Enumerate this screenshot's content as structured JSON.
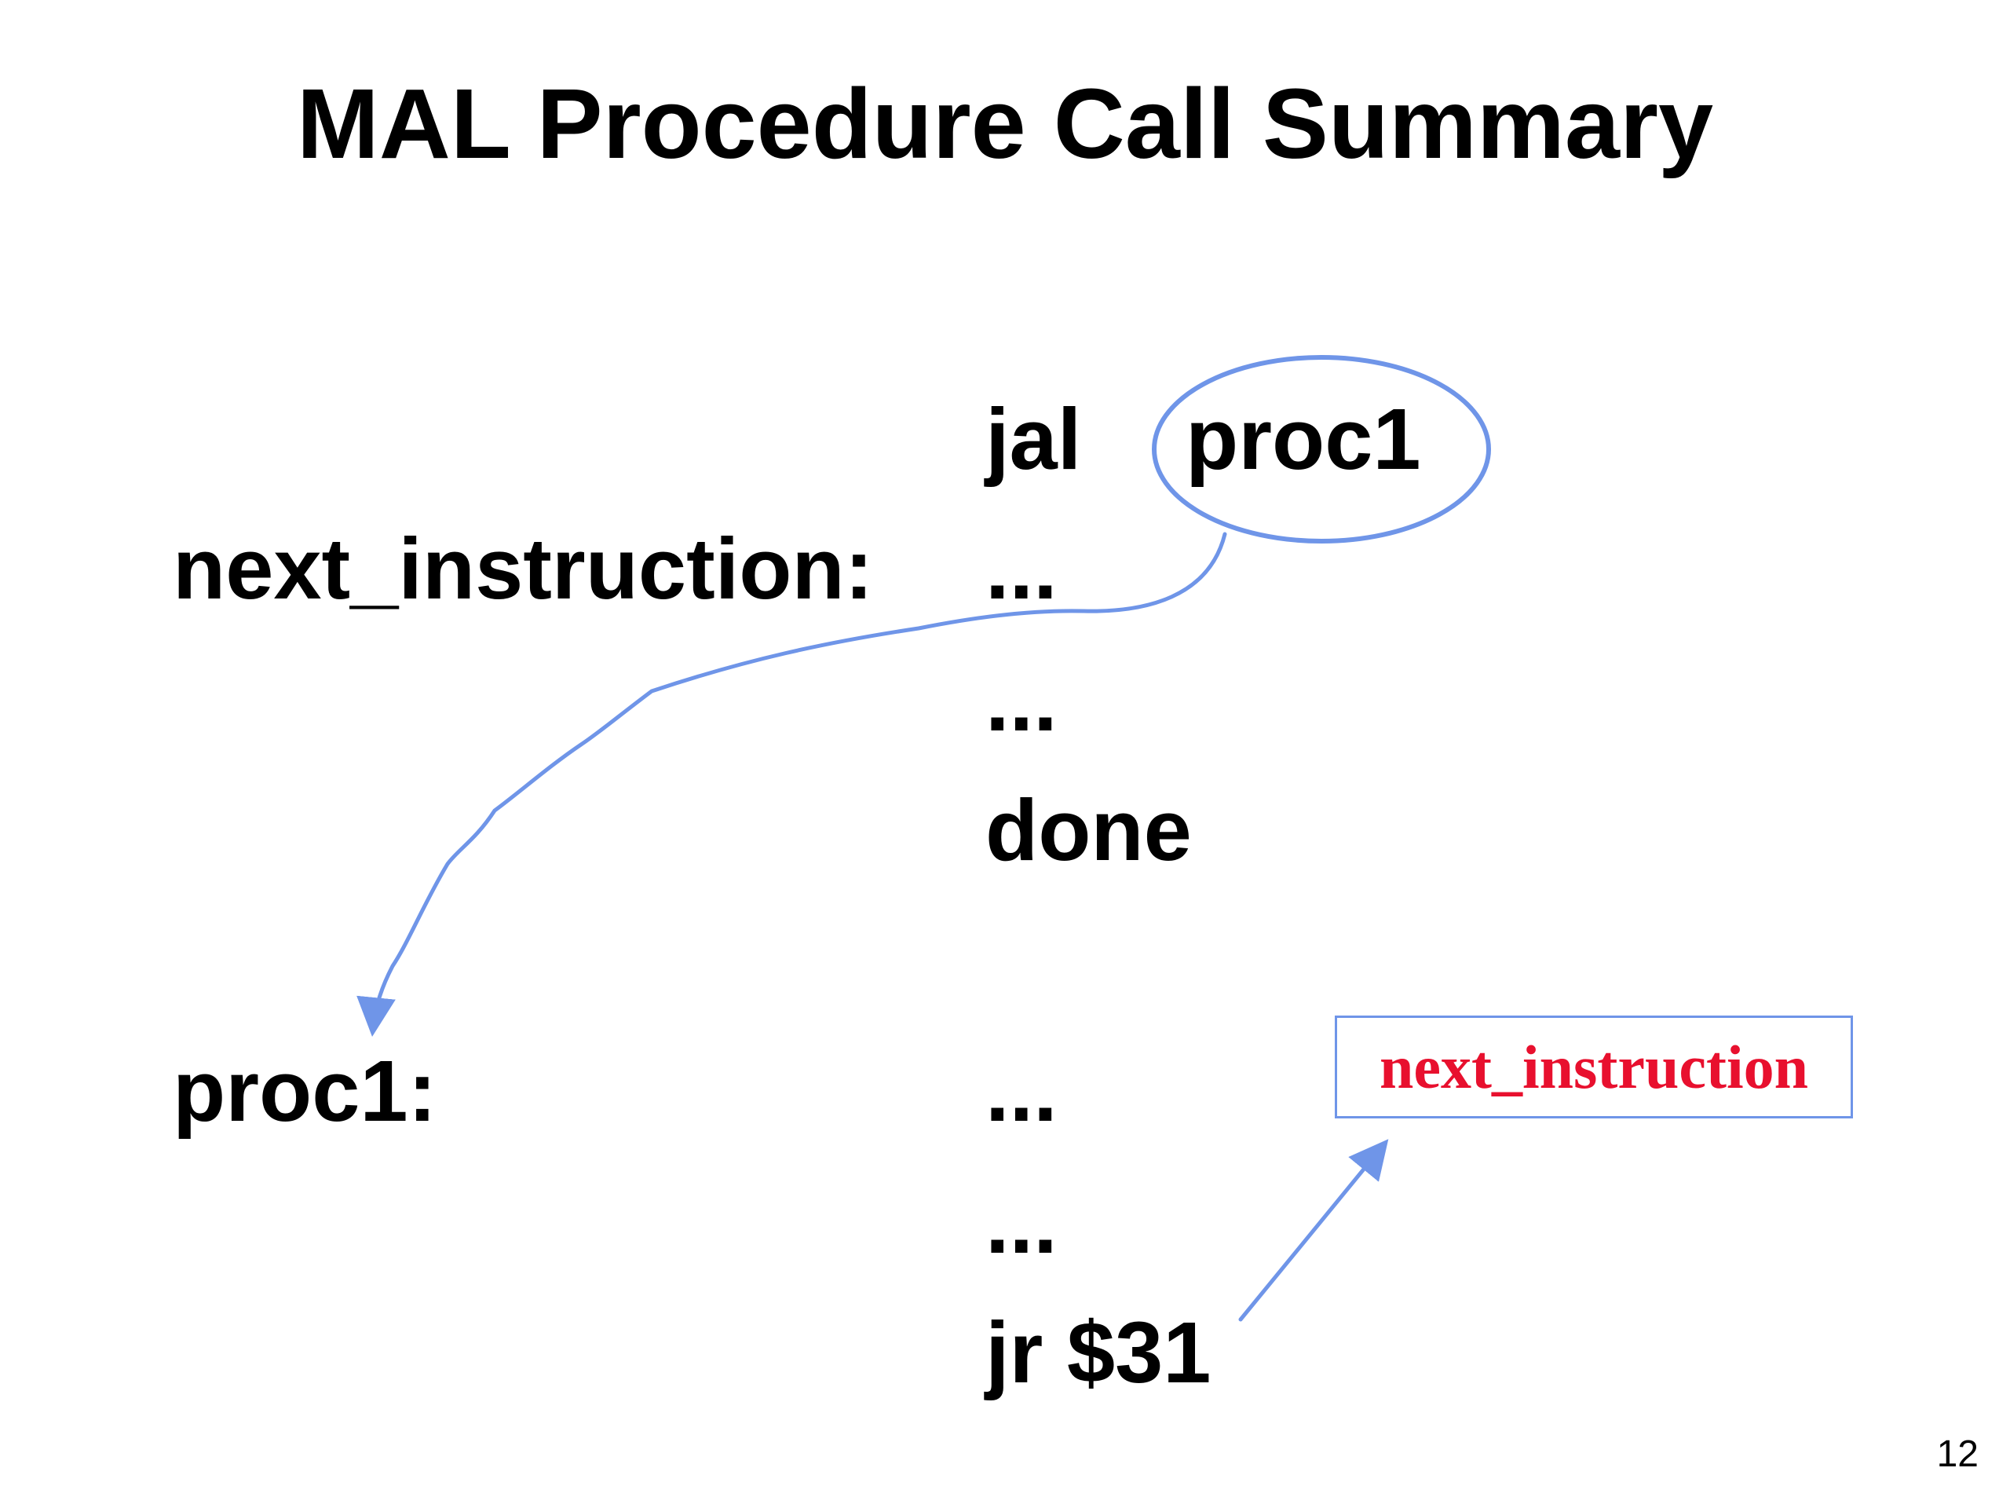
{
  "slide": {
    "title": "MAL Procedure Call Summary",
    "page_number": "12"
  },
  "code": {
    "jal_mnemonic": "jal",
    "jal_target": "proc1",
    "next_label": "next_instruction:",
    "line_after_jal": "...",
    "line_ellipsis_2": "...",
    "line_done": "done",
    "proc_label": "proc1:",
    "proc_line_1": "...",
    "proc_line_2": "...",
    "return_instr": "jr $31"
  },
  "return_address": {
    "label": "next_instruction",
    "text_color": "#e8102e",
    "border_color": "#6f95e8"
  },
  "annotation_color": "#6f95e8"
}
